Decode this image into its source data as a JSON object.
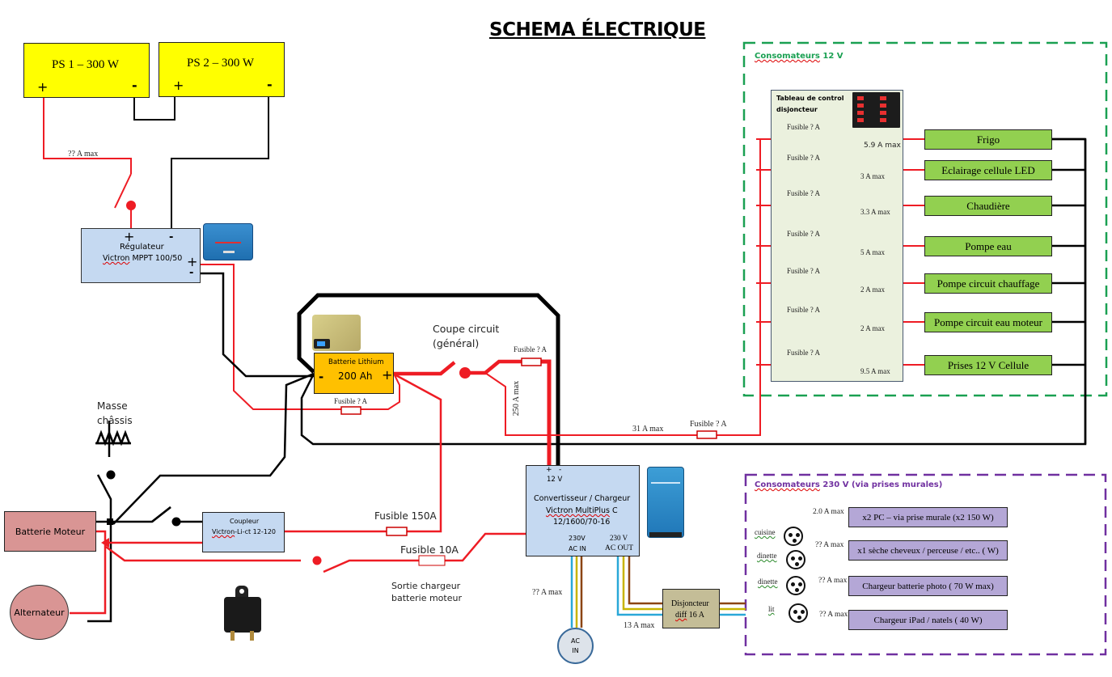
{
  "title": "SCHEMA ÉLECTRIQUE",
  "colors": {
    "wire_positive": "#ee1c24",
    "wire_negative": "#000000",
    "solar_panel": "#ffff00",
    "battery_lithium": "#ffc000",
    "device_blue": "#c5d9f1",
    "engine_components": "#d99594",
    "consumer_12v": "#92d050",
    "consumer_230v": "#b4a7d6",
    "breaker_diff": "#c4bd97",
    "group_12v_border": "#1aa052",
    "group_230v_border": "#7030a0"
  },
  "solar": {
    "panels": [
      {
        "label": "PS 1 – 300  W",
        "plus": "+",
        "minus": "-"
      },
      {
        "label": "PS 2 – 300  W",
        "plus": "+",
        "minus": "-"
      }
    ],
    "max_current": "?? A max"
  },
  "regulator": {
    "line1": "Régulateur",
    "line2_brand": "Victron",
    "line2_model": " MPPT 100/50",
    "pv_plus": "+",
    "pv_minus": "-",
    "bat_plus": "+",
    "bat_minus": "-"
  },
  "battery": {
    "name": "Batterie  Lithium",
    "capacity": "200 Ah",
    "minus": "-",
    "plus": "+",
    "fuse": "Fusible ? A"
  },
  "main_switch": {
    "line1": "Coupe circuit",
    "line2": "(général)"
  },
  "main_fuse": {
    "label": "Fusible ? A",
    "max": "250  A max"
  },
  "feed_12v": {
    "max": "31  A   max",
    "fuse": "Fusible ? A"
  },
  "ground": {
    "line1": "Masse",
    "line2": "châssis"
  },
  "engine_battery": {
    "label": "Batterie Moteur"
  },
  "alternator": {
    "label": "Alternateur"
  },
  "coupler": {
    "line1": "Coupleur",
    "line2_brand": "Victron",
    "line2_rest": "-Li-ct 12-120"
  },
  "fuse_150": "Fusible 150A",
  "fuse_10": "Fusible 10A",
  "charger_output": {
    "line1": "Sortie chargeur",
    "line2": "batterie moteur"
  },
  "inverter": {
    "dc_plus": "+",
    "dc_minus": "-",
    "dc_voltage": "12 V",
    "line1": "Convertisseur /  Chargeur",
    "line2_brand": "Victron MultiPlus",
    "line2_rest": " C",
    "line3": "12/1600/70-16",
    "ac_in_v": "230V",
    "ac_in": "AC IN",
    "ac_out_v": "230 V",
    "ac_out": "AC OUT"
  },
  "ac_input": {
    "line1": "AC",
    "line2": "IN",
    "max": "?? A max"
  },
  "rcd": {
    "line1": "Disjoncteur",
    "line2_a": "diff",
    "line2_b": " 16 A",
    "max": "13 A max"
  },
  "group_12v": {
    "title_a": "Consomateurs",
    "title_b": " 12 V",
    "panel_title_1": "Tableau de control",
    "panel_title_2": "disjoncteur",
    "circuits": [
      {
        "fuse": "Fusible ? A",
        "max": "5.9 A max",
        "load": "Frigo"
      },
      {
        "fuse": "Fusible ? A",
        "max": "3  A max",
        "load": "Eclairage cellule LED"
      },
      {
        "fuse": "Fusible ? A",
        "max": "3.3  A max",
        "load": "Chaudière"
      },
      {
        "fuse": "Fusible ? A",
        "max": "5  A max",
        "load": "Pompe eau"
      },
      {
        "fuse": "Fusible ? A",
        "max": "2  A max",
        "load": "Pompe circuit chauffage"
      },
      {
        "fuse": "Fusible ? A",
        "max": "2  A max",
        "load": "Pompe circuit eau moteur"
      },
      {
        "fuse": "Fusible ? A",
        "max": "9.5  A max",
        "load": "Prises 12  V Cellule"
      }
    ]
  },
  "group_230v": {
    "title_a": "Consomateurs",
    "title_b": " 230 V (via prises murales)",
    "outlets": [
      {
        "room": "cuisine",
        "max": "2.0 A max",
        "load": "x2 PC – via prise murale (x2 150 W)"
      },
      {
        "room": "dinette",
        "max": "?? A max",
        "load": "x1 sèche cheveux / perceuse / etc.. ( W)"
      },
      {
        "room": "dinette",
        "max": "?? A max",
        "load": "Chargeur batterie photo ( 70 W max)"
      },
      {
        "room": "lit",
        "max": "?? A max",
        "load": "Chargeur iPad / natels ( 40 W)"
      }
    ]
  }
}
